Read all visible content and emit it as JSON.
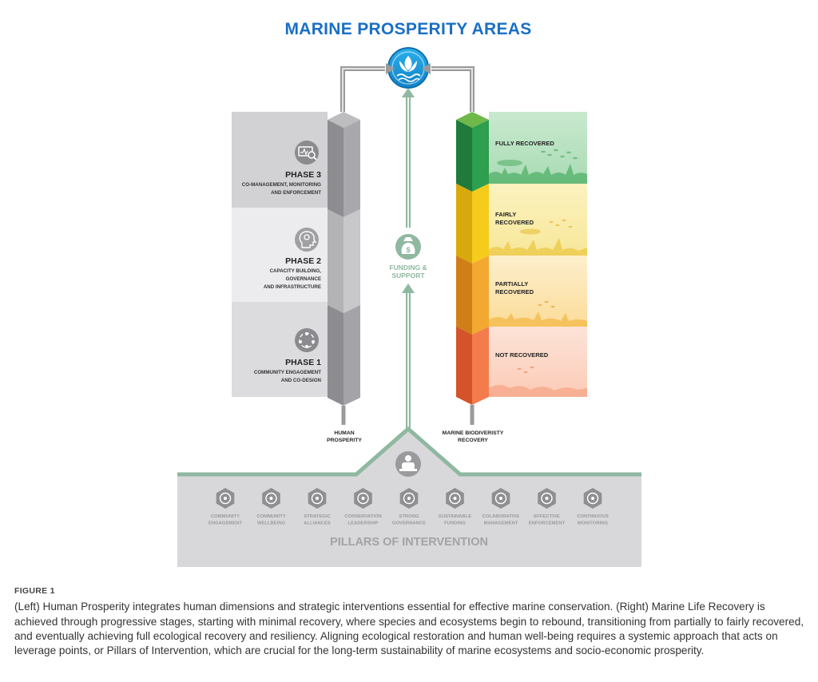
{
  "title": "MARINE PROSPERITY AREAS",
  "colors": {
    "title_blue": "#1a6fc4",
    "arrow_green": "#8fb8a0",
    "arrow_gray": "#9a9a9a",
    "pillar_gray": "#a8a8ab",
    "panel_gray": "#d9d9dc",
    "fully": "#2e9e4f",
    "fairly": "#f2c316",
    "partially": "#f0a030",
    "not": "#f07a4a"
  },
  "left": {
    "phases": [
      {
        "title": "PHASE 3",
        "line1": "CO-MANAGEMENT, MONITORING",
        "line2": "AND ENFORCEMENT",
        "line3": "",
        "icon": "monitor-search-icon"
      },
      {
        "title": "PHASE 2",
        "line1": "CAPACITY BUILDING,",
        "line2": "GOVERNANCE",
        "line3": "AND INFRASTRUCTURE",
        "icon": "head-gear-icon"
      },
      {
        "title": "PHASE 1",
        "line1": "COMMUNITY ENGAGEMENT",
        "line2": "AND CO-DESIGN",
        "line3": "",
        "icon": "people-cycle-icon"
      }
    ],
    "label_line1": "HUMAN",
    "label_line2": "PROSPERITY"
  },
  "center": {
    "funding_line1": "FUNDING &",
    "funding_line2": "SUPPORT",
    "icon": "money-bag-icon"
  },
  "right": {
    "stages": [
      {
        "line1": "FULLY RECOVERED",
        "line2": ""
      },
      {
        "line1": "FAIRLY",
        "line2": "RECOVERED"
      },
      {
        "line1": "PARTIALLY",
        "line2": "RECOVERED"
      },
      {
        "line1": "NOT RECOVERED",
        "line2": ""
      }
    ],
    "label_line1": "MARINE BIODIVERISTY",
    "label_line2": "RECOVERY"
  },
  "pillars": {
    "title": "PILLARS OF INTERVENTION",
    "items": [
      {
        "line1": "COMMUNITY",
        "line2": "ENGAGEMENT"
      },
      {
        "line1": "COMMUNITY",
        "line2": "WELLBEING"
      },
      {
        "line1": "STRATEGIC",
        "line2": "ALLIANCES"
      },
      {
        "line1": "CONSERVATION",
        "line2": "LEADERSHIP"
      },
      {
        "line1": "STRONG",
        "line2": "GOVERNANCE"
      },
      {
        "line1": "SUSTAINABLE",
        "line2": "FUNDING"
      },
      {
        "line1": "COLABORATIVE",
        "line2": "MANAGEMENT"
      },
      {
        "line1": "EFFECTIVE",
        "line2": "ENFORCEMENT"
      },
      {
        "line1": "CONTINUOUS",
        "line2": "MONITORING"
      }
    ]
  },
  "caption": {
    "label": "FIGURE 1",
    "text": "(Left) Human Prosperity integrates human dimensions and strategic interventions essential for effective marine conservation. (Right) Marine Life Recovery is achieved through progressive stages, starting with minimal recovery, where species and ecosystems begin to rebound, transitioning from partially to fairly recovered, and eventually achieving full ecological recovery and resiliency. Aligning ecological restoration and human well-being requires a systemic approach that acts on leverage points, or Pillars of Intervention, which are crucial for the long-term sustainability of marine ecosystems and socio-economic prosperity."
  }
}
